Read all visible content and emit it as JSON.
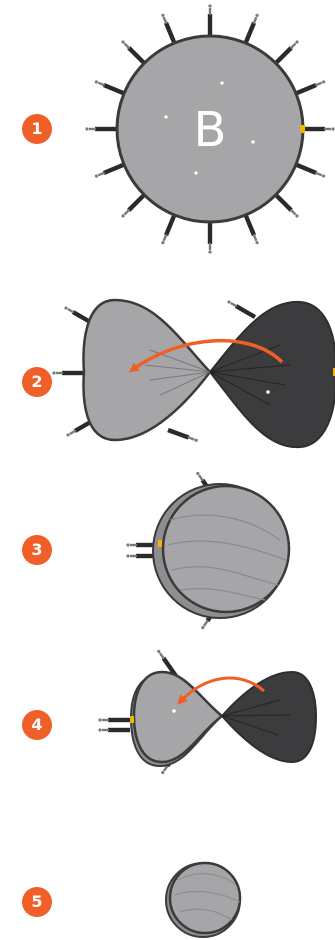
{
  "colors": {
    "accent": "#ef5f27",
    "panel_light": "#a6a6a8",
    "panel_dark": "#3c3c3e",
    "rim": "#3b3b3d",
    "anchor_yellow": "#f2b400",
    "pin": "#2a2a2a",
    "white": "#ffffff"
  },
  "steps": [
    {
      "number": "1",
      "letter": "B"
    },
    {
      "number": "2"
    },
    {
      "number": "3"
    },
    {
      "number": "4"
    },
    {
      "number": "5"
    }
  ]
}
